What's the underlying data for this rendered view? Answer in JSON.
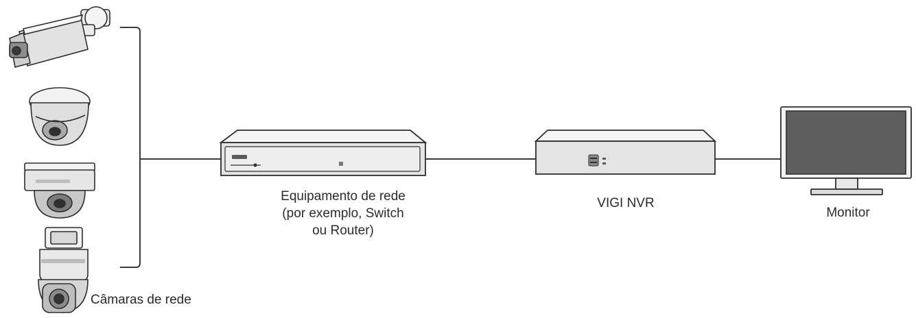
{
  "nodes": {
    "cameras": {
      "label": "Câmaras de rede"
    },
    "network_equipment": {
      "label_lines": [
        "Equipamento de rede",
        "(por exemplo, Switch",
        "ou Router)"
      ]
    },
    "nvr": {
      "label": "VIGI NVR"
    },
    "monitor": {
      "label": "Monitor"
    }
  },
  "edges": [
    {
      "from": "cameras",
      "to": "network_equipment"
    },
    {
      "from": "network_equipment",
      "to": "nvr"
    },
    {
      "from": "nvr",
      "to": "monitor"
    }
  ],
  "colors": {
    "line": "#3a3a3a",
    "device_fill": "#e9e9e9",
    "device_stroke": "#2e2e2e",
    "screen_fill": "#5e5e5e",
    "text": "#2b2b2b"
  }
}
